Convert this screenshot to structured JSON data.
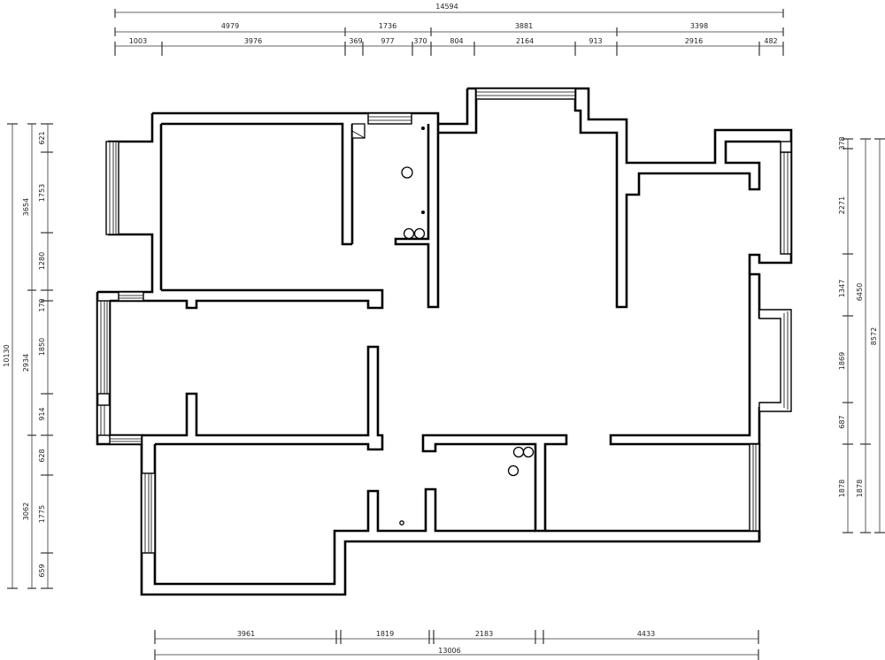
{
  "floor_plan": {
    "dimensions": {
      "top_total": "14594",
      "top_row1": [
        "4979",
        "1736",
        "3881",
        "3398"
      ],
      "top_row2": [
        "1003",
        "3976",
        "369",
        "977",
        "370",
        "804",
        "2164",
        "913",
        "2916",
        "482"
      ],
      "left_total": "10130",
      "left_row1": [
        "3654",
        "2934",
        "3062"
      ],
      "left_row2": [
        "621",
        "1753",
        "1280",
        "170",
        "1850",
        "914",
        "628",
        "1775",
        "659"
      ],
      "right_total": "8572",
      "right_row1": [
        "6450",
        "1878"
      ],
      "right_row2": [
        "378",
        "2271",
        "1347",
        "1869",
        "687",
        "1878"
      ],
      "bottom_total": "13006",
      "bottom_row1": [
        "3961",
        "1819",
        "2183",
        "4433"
      ]
    }
  }
}
